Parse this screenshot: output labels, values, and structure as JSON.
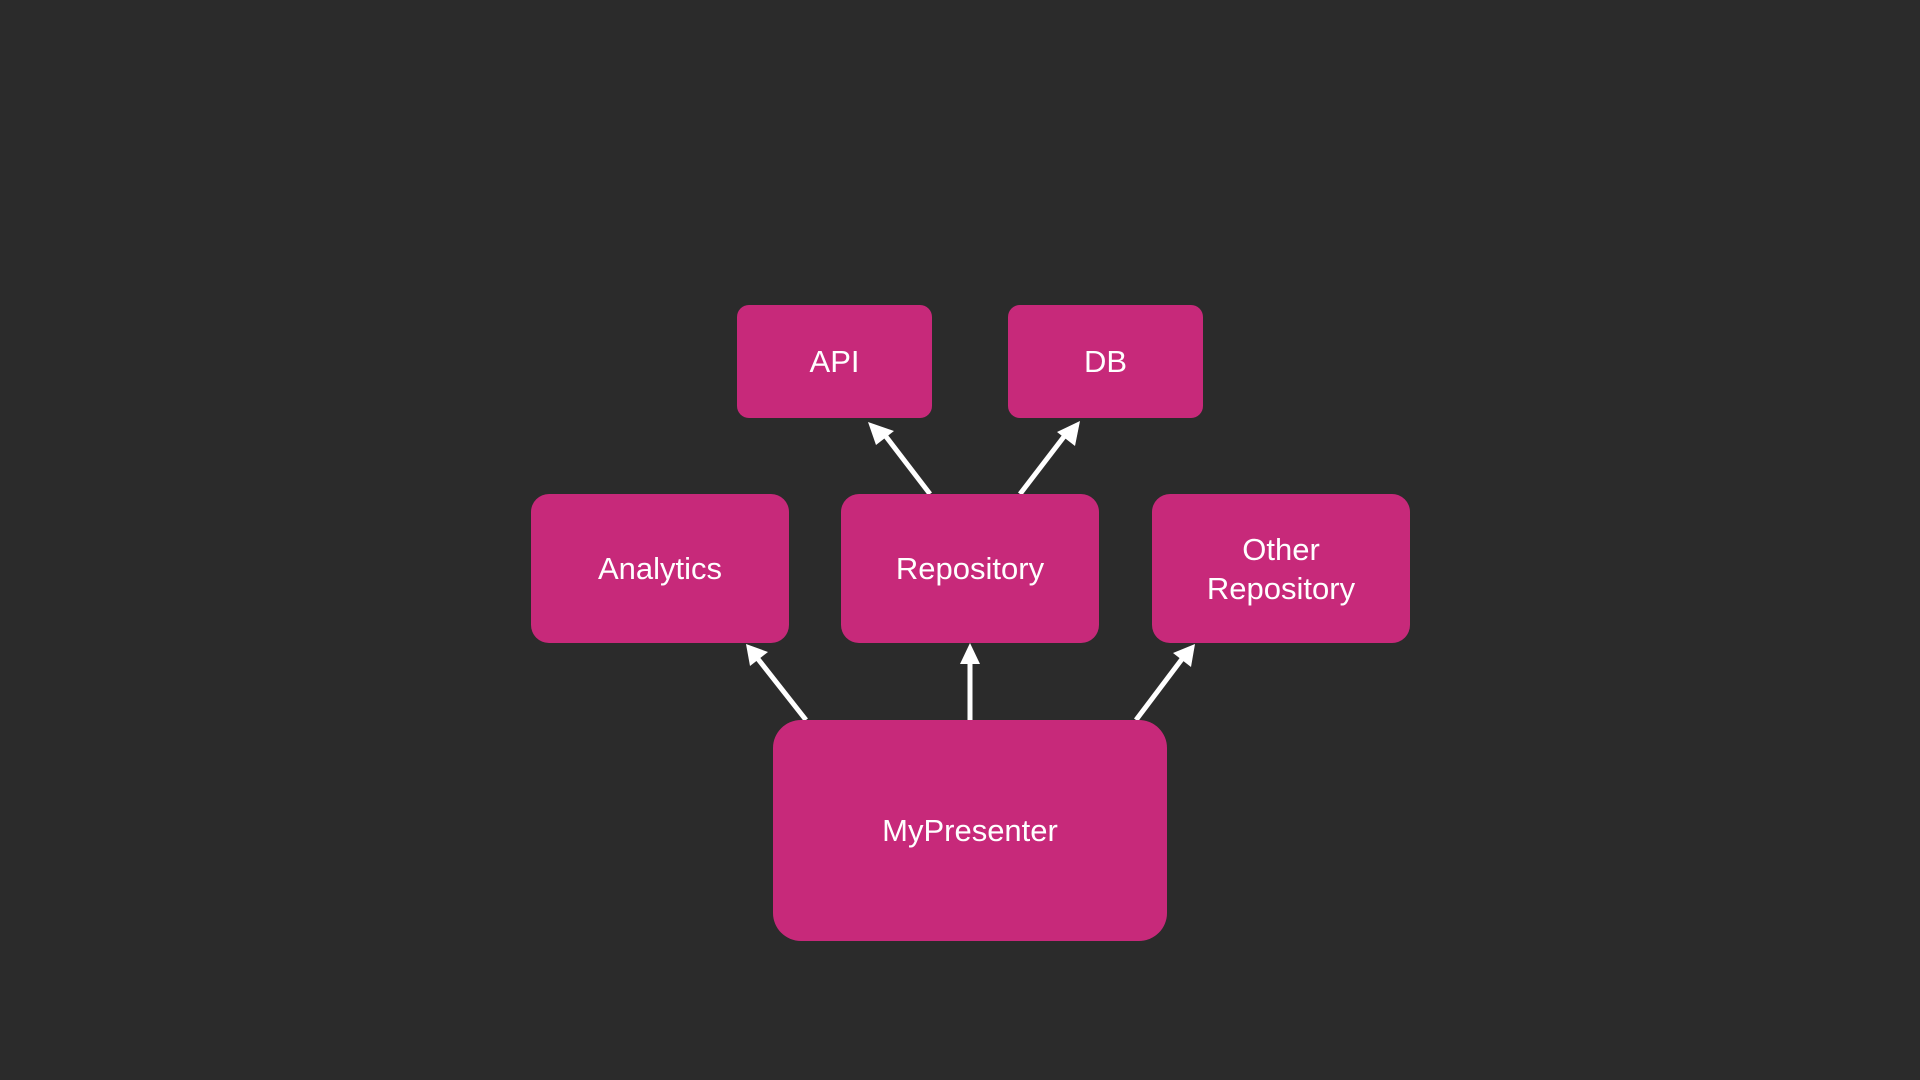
{
  "diagram": {
    "background": "#2b2b2b",
    "node_color": "#c7297a",
    "text_color": "#ffffff",
    "nodes": [
      {
        "id": "api",
        "label": "API"
      },
      {
        "id": "db",
        "label": "DB"
      },
      {
        "id": "analytics",
        "label": "Analytics"
      },
      {
        "id": "repository",
        "label": "Repository"
      },
      {
        "id": "other-repository",
        "label": "Other\nRepository"
      },
      {
        "id": "mypresenter",
        "label": "MyPresenter"
      }
    ],
    "edges": [
      {
        "from": "repository",
        "to": "api"
      },
      {
        "from": "repository",
        "to": "db"
      },
      {
        "from": "mypresenter",
        "to": "analytics"
      },
      {
        "from": "mypresenter",
        "to": "repository"
      },
      {
        "from": "mypresenter",
        "to": "other-repository"
      }
    ]
  }
}
